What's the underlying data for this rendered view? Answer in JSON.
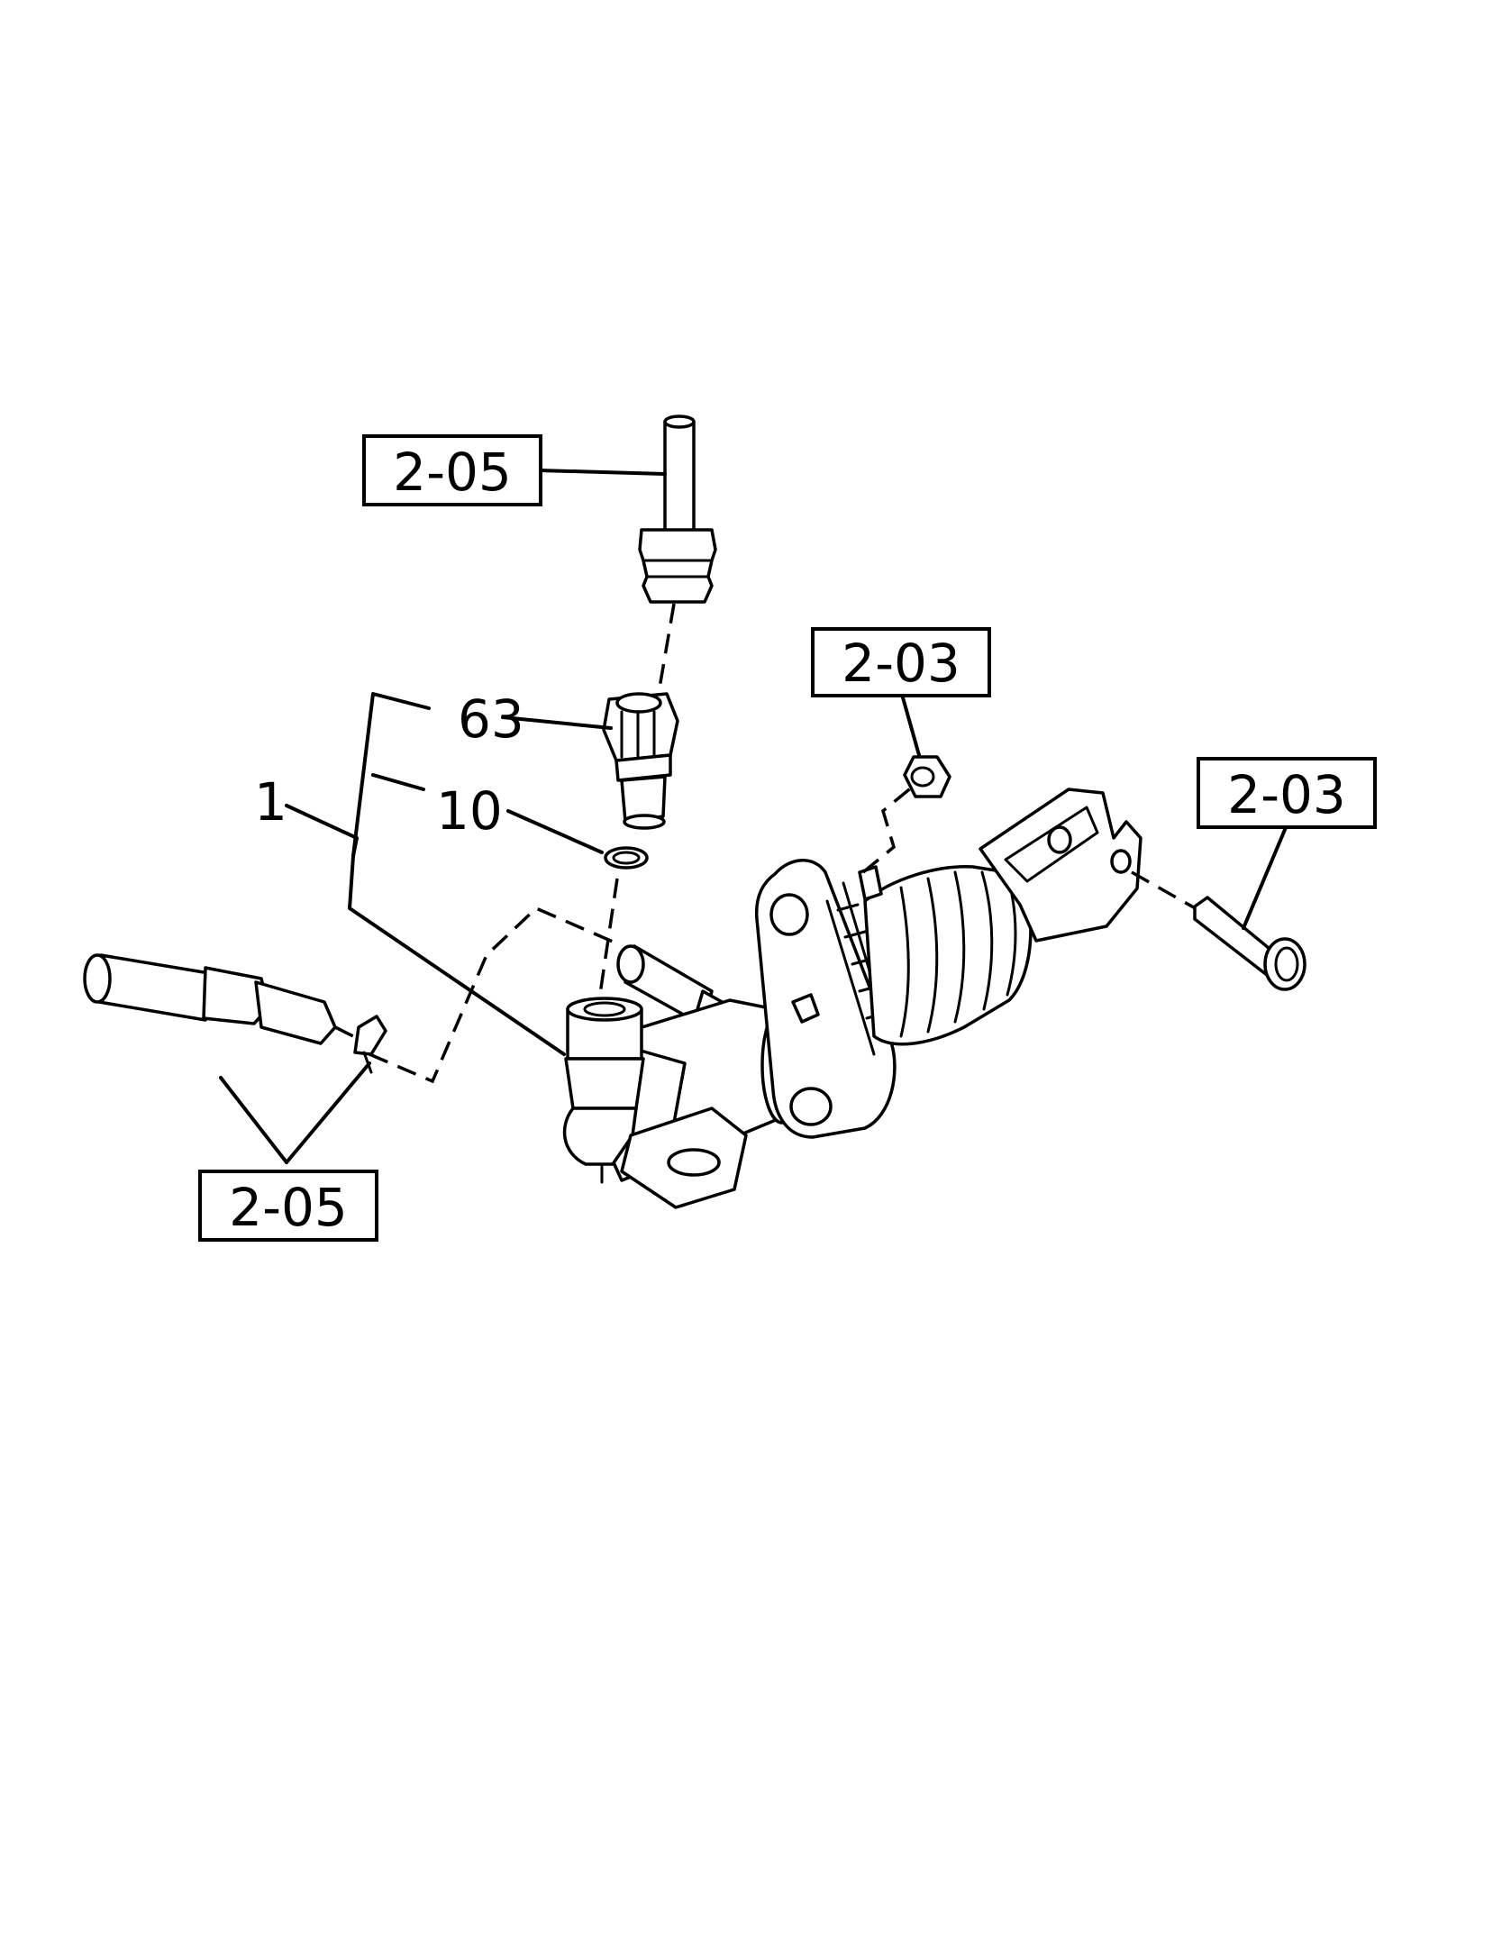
{
  "diagram": {
    "ref_labels": {
      "top_left": "2-05",
      "top_mid": "2-03",
      "right": "2-03",
      "bottom_left": "2-05"
    },
    "callouts": {
      "assembly": "1",
      "o_ring": "10",
      "connector": "63"
    }
  }
}
